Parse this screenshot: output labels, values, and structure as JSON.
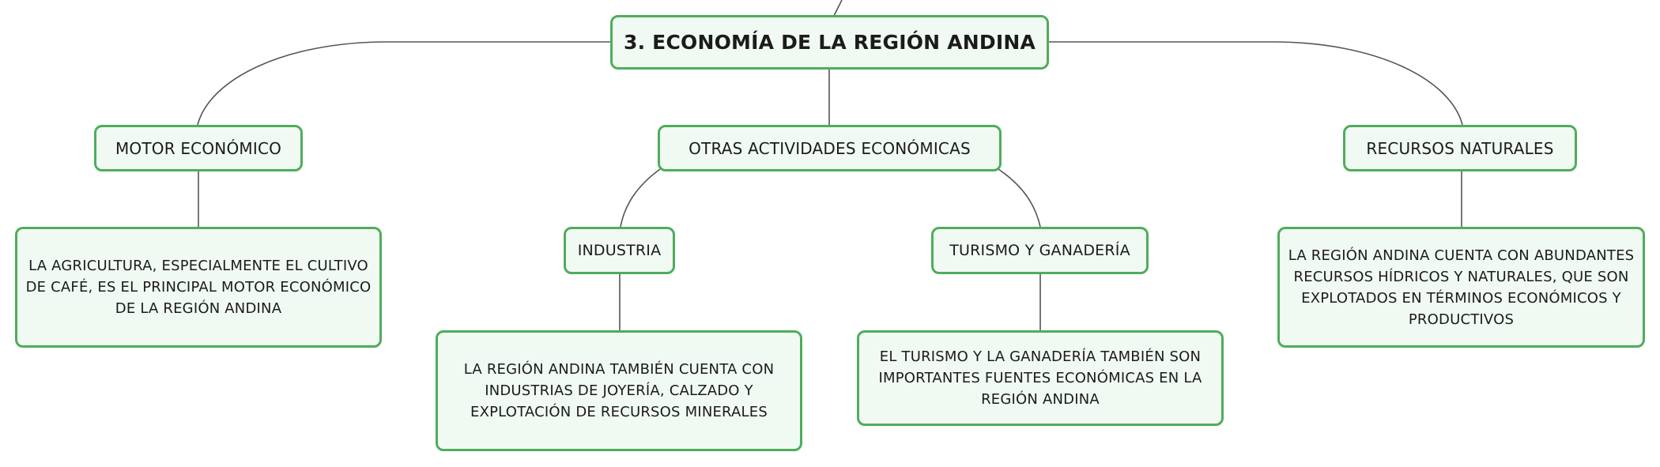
{
  "colors": {
    "node_border": "#4fad5b",
    "node_fill": "#f1f9f3",
    "connector": "#555555"
  },
  "root": {
    "title": "3. ECONOMÍA DE LA REGIÓN ANDINA"
  },
  "branches": {
    "motor": {
      "label": "MOTOR ECONÓMICO",
      "description": "LA AGRICULTURA, ESPECIALMENTE EL CULTIVO DE CAFÉ, ES EL PRINCIPAL MOTOR ECONÓMICO DE LA REGIÓN ANDINA"
    },
    "otras": {
      "label": "OTRAS ACTIVIDADES ECONÓMICAS",
      "industria": {
        "label": "INDUSTRIA",
        "description": "LA REGIÓN ANDINA TAMBIÉN CUENTA CON INDUSTRIAS DE JOYERÍA, CALZADO Y EXPLOTACIÓN DE RECURSOS MINERALES"
      },
      "turismo": {
        "label": "TURISMO Y GANADERÍA",
        "description": "EL TURISMO Y LA GANADERÍA TAMBIÉN SON IMPORTANTES FUENTES ECONÓMICAS EN LA REGIÓN ANDINA"
      }
    },
    "recursos": {
      "label": "RECURSOS NATURALES",
      "description": "LA REGIÓN ANDINA CUENTA CON ABUNDANTES RECURSOS HÍDRICOS Y NATURALES, QUE SON EXPLOTADOS EN TÉRMINOS ECONÓMICOS Y PRODUCTIVOS"
    }
  }
}
